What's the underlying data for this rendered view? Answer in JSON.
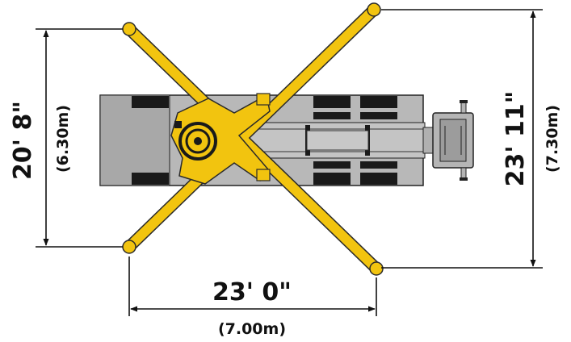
{
  "colors": {
    "boom": "#f2c40f",
    "boom_outline": "#2a2a2a",
    "chassis": "#b8b8b8",
    "chassis_dark": "#9a9a9a",
    "pads": "#1a1a1a",
    "line": "#111111"
  },
  "dimensions": {
    "left": {
      "imperial": "20' 8\"",
      "metric": "(6.30m)"
    },
    "right": {
      "imperial": "23' 11\"",
      "metric": "(7.30m)"
    },
    "bottom": {
      "imperial": "23' 0\"",
      "metric": "(7.00m)"
    }
  }
}
